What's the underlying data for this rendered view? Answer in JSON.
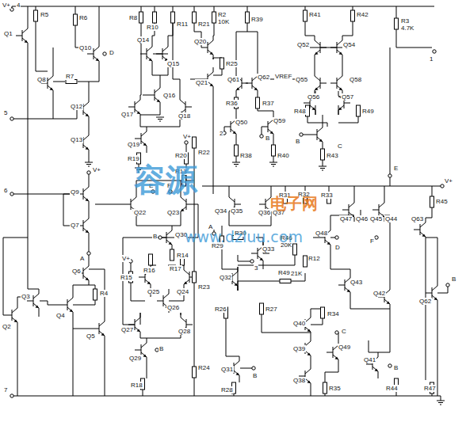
{
  "diagram": {
    "labels": [
      "V+",
      "4",
      "R5",
      "Q1",
      "Q8",
      "R6",
      "Q10",
      "D",
      "R7",
      "Q12",
      "Q13",
      "5",
      "6",
      "V+",
      "Q9",
      "Q7",
      "A",
      "Q6",
      "R4",
      "Q3",
      "Q2",
      "Q4",
      "Q5",
      "7",
      "R8",
      "R10",
      "R11",
      "Q14",
      "Q15",
      "Q16",
      "Q17",
      "Q18",
      "Q19",
      "R19",
      "E",
      "F",
      "R13",
      "Q22",
      "Q23",
      "V+",
      "R20",
      "B",
      "Q30",
      "R14",
      "V+",
      "R15",
      "R16",
      "R17",
      "Q25",
      "Q24",
      "Q26",
      "Q27",
      "Q28",
      "Q29",
      "B",
      "R18",
      "R21",
      "R2",
      "10K",
      "Q20",
      "R25",
      "Q21",
      "R22",
      "R23",
      "R24",
      "R39",
      "Q61",
      "Q62",
      "VREF",
      "R36",
      "R37",
      "2",
      "Q50",
      "Q59",
      "B",
      "B",
      "R38",
      "R40",
      "R41",
      "R42",
      "Q52",
      "Q54",
      "R3",
      "4.7K",
      "1",
      "Q55",
      "Q58",
      "R48",
      "Q56",
      "Q57",
      "R49",
      "C",
      "R43",
      "E",
      "V+",
      "R45",
      "Q34",
      "Q35",
      "Q36",
      "Q37",
      "R31",
      "R32",
      "R33",
      "Q47",
      "Q46",
      "Q45",
      "Q44",
      "Q63",
      "A",
      "R29",
      "R30",
      "R46",
      "20K",
      "R12",
      "Q48",
      "D",
      "F",
      "3",
      "Q33",
      "Q32",
      "R49",
      "21K",
      "R27",
      "R26",
      "Q31",
      "B",
      "R28",
      "Q40",
      "R34",
      "C",
      "Q39",
      "Q49",
      "Q38",
      "R35",
      "Q43",
      "Q42",
      "Q41",
      "B",
      "R44",
      "R47",
      "Q62",
      "B",
      "容源",
      "电子网",
      "www.dzluu.com"
    ]
  }
}
